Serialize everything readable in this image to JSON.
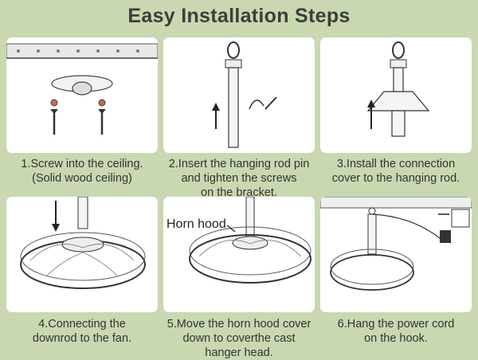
{
  "title": "Easy Installation Steps",
  "steps": [
    {
      "lines": [
        "1.Screw into the ceiling.",
        "(Solid wood ceiling)"
      ]
    },
    {
      "lines": [
        "2.Insert the hanging rod pin",
        "and tighten the screws",
        "on the bracket."
      ]
    },
    {
      "lines": [
        "3.Install the connection",
        "cover to the hanging rod."
      ]
    },
    {
      "lines": [
        "4.Connecting the",
        "downrod to the fan."
      ]
    },
    {
      "lines": [
        "5.Move the horn hood cover",
        "down to coverthe cast",
        "hanger head."
      ]
    },
    {
      "lines": [
        "6.Hang the power cord",
        "on the hook."
      ]
    }
  ],
  "callout_horn_hood": "Horn hood",
  "colors": {
    "background": "#c9d8b0",
    "panel": "#ffffff",
    "ink": "#333333"
  }
}
